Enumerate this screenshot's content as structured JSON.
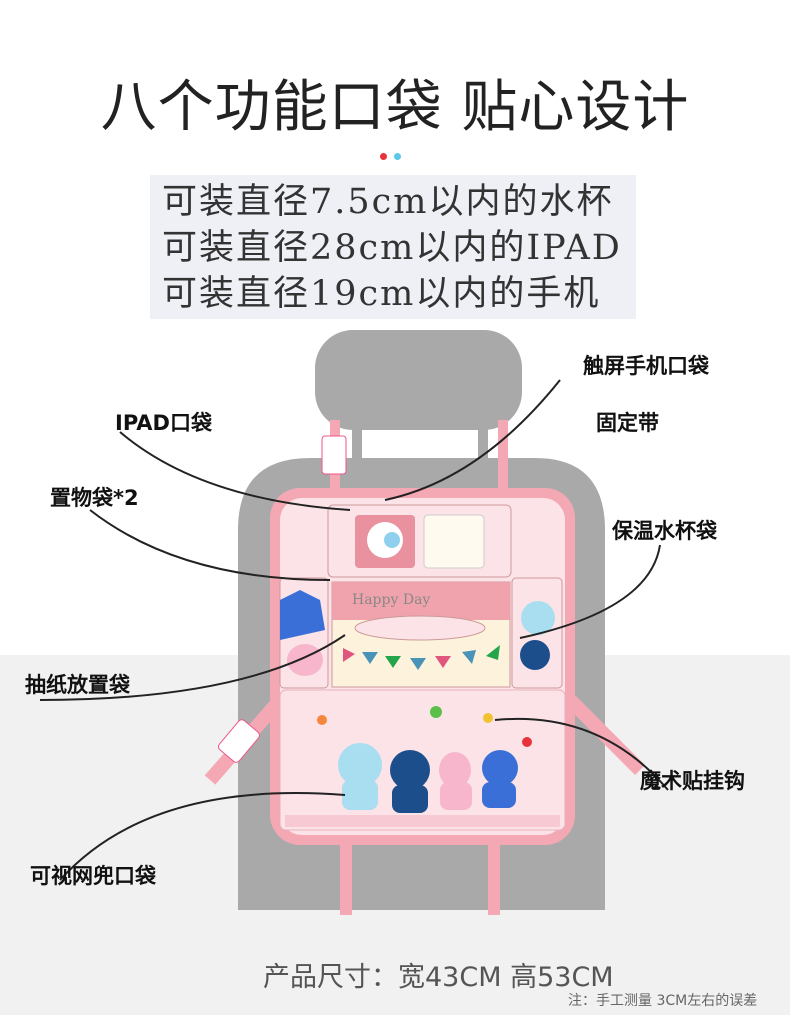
{
  "title": "八个功能口袋 贴心设计",
  "accent_dots": [
    "#e8323c",
    "#5bc8e8"
  ],
  "specs": [
    "可装直径7.5cm以内的水杯",
    "可装直径28cm以内的IPAD",
    "可装直径19cm以内的手机"
  ],
  "callouts": {
    "phone": "触屏手机口袋",
    "ipad": "IPAD口袋",
    "strap": "固定带",
    "storage": "置物袋*2",
    "cup": "保温水杯袋",
    "tissue": "抽纸放置袋",
    "hook": "魔术贴挂钩",
    "mesh": "可视网兜口袋"
  },
  "banner_text": "Happy Day",
  "size_text": "产品尺寸：宽43CM 高53CM",
  "note": "注：手工测量 3CM左右的误差",
  "colors": {
    "pink": "#f4a8b4",
    "light_pink": "#fbe3e8",
    "seat": "#a9a9a9"
  }
}
